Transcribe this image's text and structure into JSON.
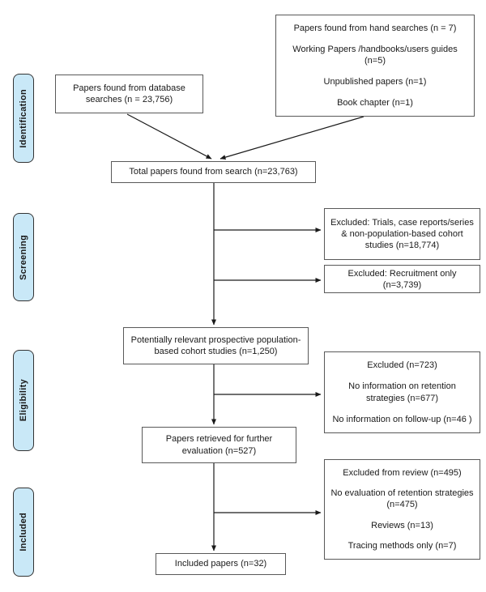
{
  "colors": {
    "stage_fill": "#c9e8f7",
    "stage_border": "#333333",
    "box_border": "#595959",
    "box_fill": "#ffffff",
    "arrow": "#1a1a1a",
    "text": "#1a1a1a",
    "page_bg": "#ffffff"
  },
  "stages": [
    {
      "label": "Identification"
    },
    {
      "label": "Screening"
    },
    {
      "label": "Eligibility"
    },
    {
      "label": "Included"
    }
  ],
  "boxes": {
    "hand_search": {
      "lines": [
        "Papers found from hand searches (n = 7)",
        "Working Papers /handbooks/users guides (n=5)",
        "Unpublished papers (n=1)",
        "Book chapter (n=1)"
      ]
    },
    "database": {
      "lines": [
        "Papers found from database searches (n = 23,756)"
      ]
    },
    "total": {
      "lines": [
        "Total papers found from search (n=23,763)"
      ]
    },
    "excluded_trials": {
      "lines": [
        "Excluded: Trials, case reports/series & non-population-based cohort studies (n=18,774)"
      ]
    },
    "excluded_recruitment": {
      "lines": [
        "Excluded: Recruitment only (n=3,739)"
      ]
    },
    "potentially_relevant": {
      "lines": [
        "Potentially relevant prospective population-based cohort studies (n=1,250)"
      ]
    },
    "excluded_info": {
      "lines": [
        "Excluded (n=723)",
        "No information on retention strategies (n=677)",
        "No information on follow-up (n=46 )"
      ]
    },
    "papers_retrieved": {
      "lines": [
        "Papers retrieved for further evaluation (n=527)"
      ]
    },
    "excluded_review": {
      "lines": [
        "Excluded from review (n=495)",
        "No evaluation of retention strategies (n=475)",
        "Reviews (n=13)",
        "Tracing methods only (n=7)"
      ]
    },
    "included_papers": {
      "lines": [
        "Included papers (n=32)"
      ]
    }
  }
}
